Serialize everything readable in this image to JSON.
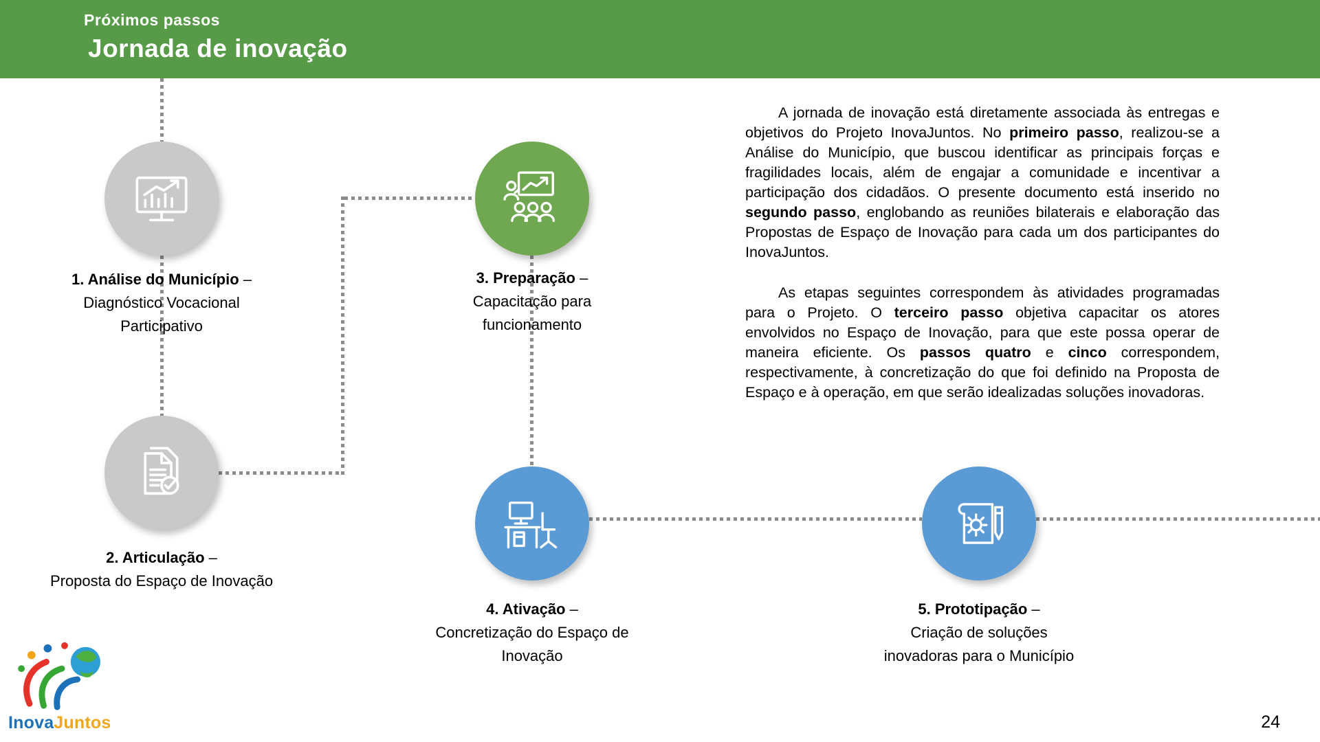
{
  "header": {
    "kicker": "Próximos passos",
    "title": "Jornada de inovação"
  },
  "colors": {
    "header_green": "#579a47",
    "step_gray": "#c9c9c9",
    "step_green": "#70a851",
    "step_blue": "#5b9bd5",
    "connector_gray": "#8c8c8c",
    "logo_blue": "#1d71b8",
    "logo_orange": "#f2a61c"
  },
  "steps": [
    {
      "number": "1",
      "title_bold": "1. Análise do Município",
      "title_sep": " –",
      "desc": "Diagnóstico Vocacional\nParticipativo",
      "icon": "analytics-monitor-icon",
      "circle_color": "#c9c9c9"
    },
    {
      "number": "2",
      "title_bold": "2. Articulação",
      "title_sep": " –",
      "desc": "Proposta do Espaço de Inovação",
      "icon": "documents-check-icon",
      "circle_color": "#c9c9c9"
    },
    {
      "number": "3",
      "title_bold": "3. Preparação",
      "title_sep": " –",
      "desc": "Capacitação para\nfuncionamento",
      "icon": "training-presentation-icon",
      "circle_color": "#70a851"
    },
    {
      "number": "4",
      "title_bold": "4. Ativação",
      "title_sep": " –",
      "desc": "Concretização do Espaço de\nInovação",
      "icon": "workstation-icon",
      "circle_color": "#5b9bd5"
    },
    {
      "number": "5",
      "title_bold": "5. Prototipação",
      "title_sep": " –",
      "desc": "Criação de soluções\ninovadoras para o Município",
      "icon": "blueprint-gear-icon",
      "circle_color": "#5b9bd5"
    }
  ],
  "body": {
    "paragraphs": [
      {
        "runs": [
          {
            "text": "A jornada de inovação está diretamente associada às entregas e objetivos do Projeto InovaJuntos. No ",
            "bold": false
          },
          {
            "text": "primeiro passo",
            "bold": true
          },
          {
            "text": ", realizou-se a Análise do Município, que buscou identificar as principais forças e fragilidades locais, além de engajar a comunidade e incentivar a participação dos cidadãos. O presente documento está inserido no ",
            "bold": false
          },
          {
            "text": "segundo passo",
            "bold": true
          },
          {
            "text": ", englobando as reuniões bilaterais e elaboração das Propostas de Espaço de Inovação para cada um dos participantes do InovaJuntos.",
            "bold": false
          }
        ]
      },
      {
        "runs": [
          {
            "text": "As etapas seguintes correspondem às atividades programadas para o Projeto. O ",
            "bold": false
          },
          {
            "text": "terceiro passo",
            "bold": true
          },
          {
            "text": " objetiva capacitar os atores envolvidos no Espaço de Inovação, para que este possa operar de maneira eficiente. Os ",
            "bold": false
          },
          {
            "text": "passos quatro",
            "bold": true
          },
          {
            "text": " e ",
            "bold": false
          },
          {
            "text": "cinco",
            "bold": true
          },
          {
            "text": " correspondem, respectivamente, à concretização do que foi definido na Proposta de Espaço e à operação, em que serão idealizadas soluções inovadoras.",
            "bold": false
          }
        ]
      }
    ]
  },
  "logo": {
    "name": "InovaJuntos",
    "part1": "Inova",
    "part2": "Juntos"
  },
  "page_number": "24"
}
